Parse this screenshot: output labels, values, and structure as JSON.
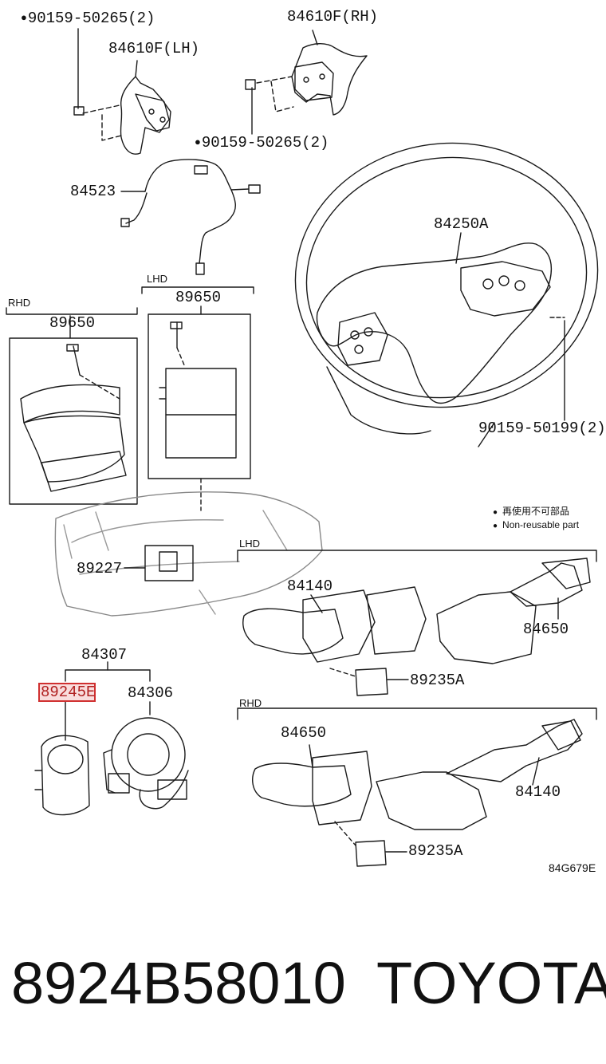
{
  "parts": {
    "bolt_top_left": "90159-50265(2)",
    "paddle_rh": "84610F(RH)",
    "paddle_lh": "84610F(LH)",
    "bolt_mid": "90159-50265(2)",
    "wire_harness": "84523",
    "switch_assy": "84250A",
    "bolt_wheel": "90159-50199(2)",
    "ecu_rhd": "89650",
    "ecu_lhd": "89650",
    "computer": "89227",
    "clock_spring_assy": "84307",
    "sensor_highlighted": "89245E",
    "spiral_cable": "84306",
    "lhd_headlight_switch": "84140",
    "lhd_wiper_switch": "84650",
    "lhd_connector": "89235A",
    "rhd_wiper_switch": "84650",
    "rhd_headlight_switch": "84140",
    "rhd_connector": "89235A"
  },
  "regions": {
    "rhd_top": "RHD",
    "lhd_top": "LHD",
    "lhd_switches": "LHD",
    "rhd_switches": "RHD"
  },
  "legend": {
    "cn": "再使用不可部品",
    "en": "Non-reusable part"
  },
  "diagram_ref": "84G679E",
  "footer": {
    "part_number": "8924B58010",
    "brand": "TOYOTA"
  }
}
